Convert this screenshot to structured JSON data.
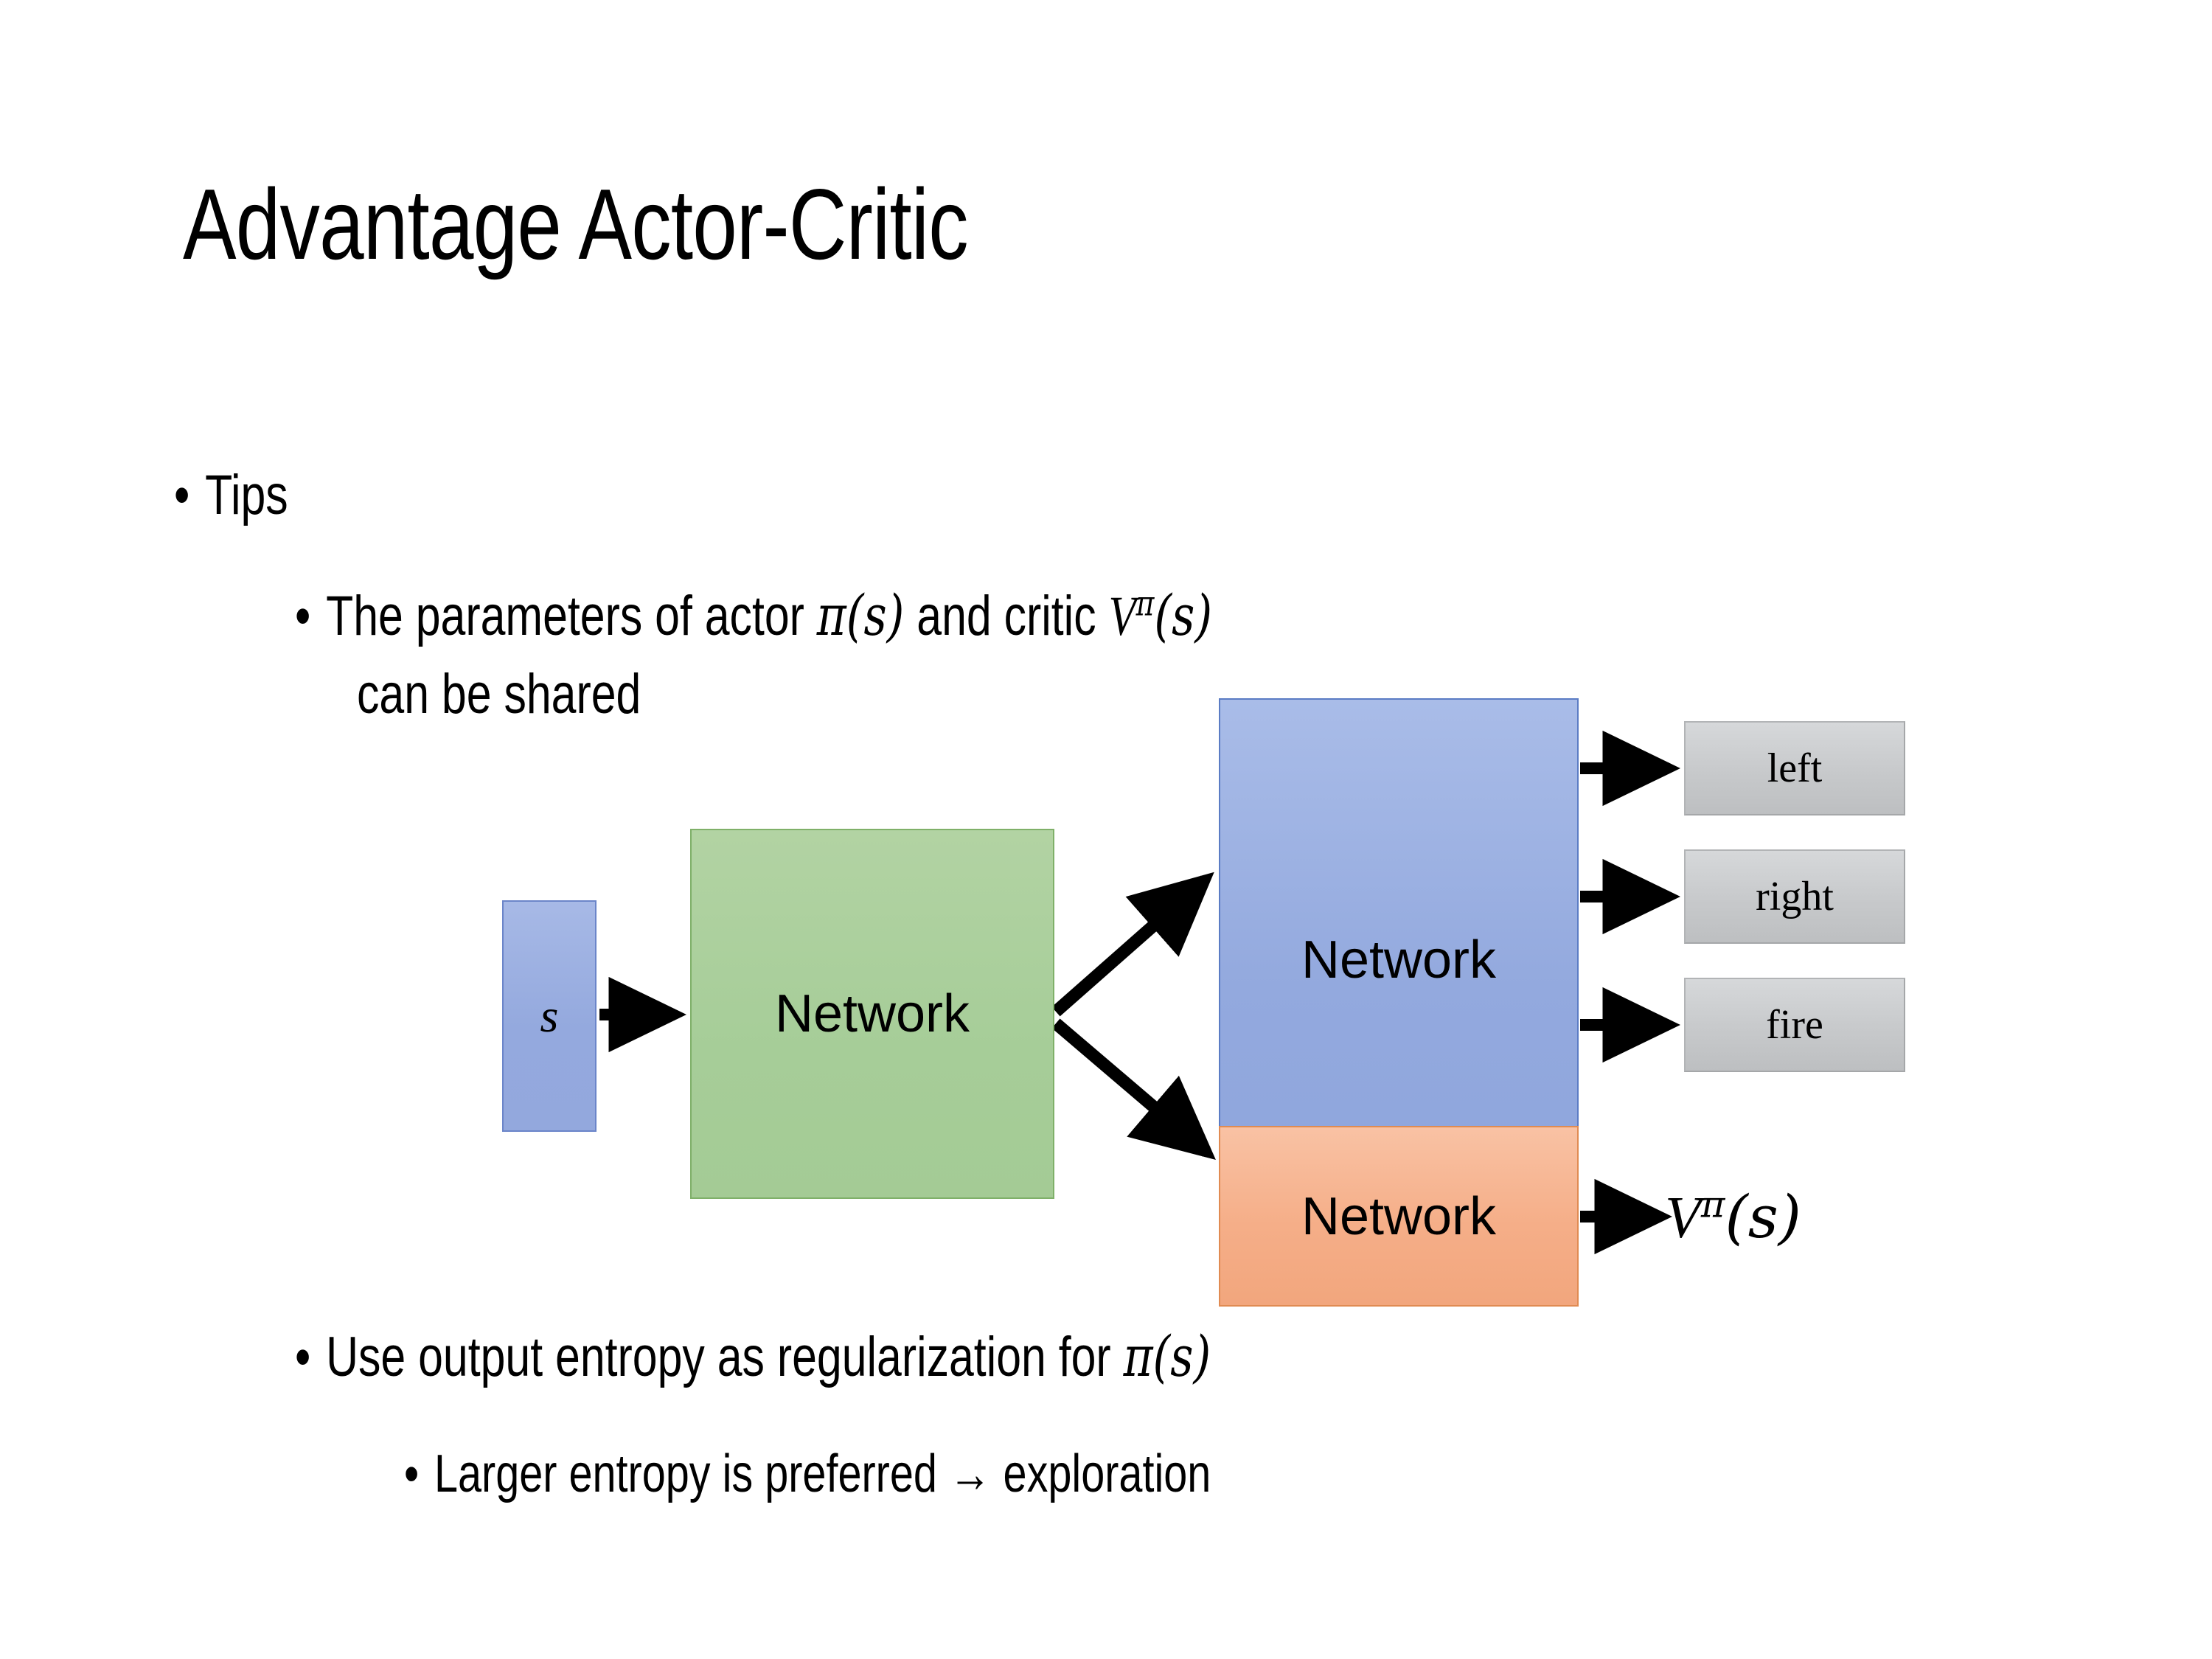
{
  "slide": {
    "title": "Advantage Actor-Critic",
    "bullets": [
      {
        "level": 1,
        "text": "Tips"
      },
      {
        "level": 2,
        "line1_pre": "The parameters of actor ",
        "line1_math1": "π(s)",
        "line1_mid": "  and critic ",
        "line1_math2_base": "V",
        "line1_math2_sup": "π",
        "line1_math2_arg": "(s)",
        "line2": "can be shared"
      },
      {
        "level": 2,
        "pre": "Use output entropy as regularization for ",
        "math": "π(s)"
      },
      {
        "level": 3,
        "text": "Larger entropy is preferred → exploration"
      }
    ]
  },
  "diagram": {
    "input_box": {
      "label": "s",
      "color": "#94a9de",
      "border": "#6b85c9"
    },
    "shared_network": {
      "label": "Network",
      "color": "#a6cd98",
      "border": "#7fb069"
    },
    "actor_network": {
      "label": "Network",
      "color": "#93a9de",
      "border": "#5b7cc4"
    },
    "critic_network": {
      "label": "Network",
      "color": "#f5ae88",
      "border": "#e08b52"
    },
    "actions": [
      {
        "label": "left",
        "color": "#c7c9cb"
      },
      {
        "label": "right",
        "color": "#c7c9cb"
      },
      {
        "label": "fire",
        "color": "#c7c9cb"
      }
    ],
    "critic_output": {
      "base": "V",
      "sup": "π",
      "arg": "(s)"
    },
    "arrow_color": "#000000"
  }
}
